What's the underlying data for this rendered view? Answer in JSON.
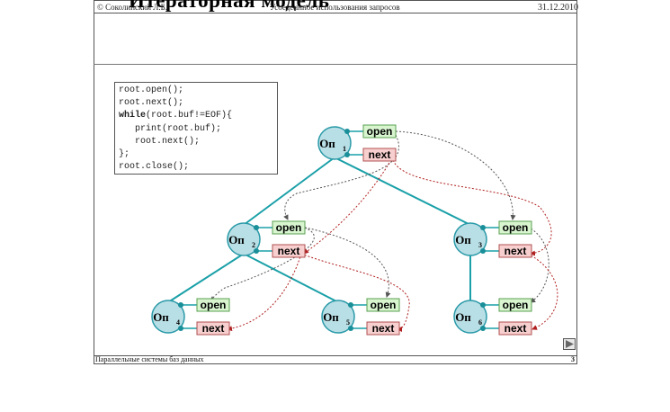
{
  "header": {
    "left": "© Соколинский Л.Б.",
    "middle": "Усоеденнное использования запросов",
    "date": "31.12.2010",
    "title": "Итераторная модель"
  },
  "code": {
    "lines": [
      {
        "text": "root.open();"
      },
      {
        "text": "root.next();"
      },
      {
        "kw": "while",
        "text": "(root.buf!=EOF){"
      },
      {
        "text": "   print(root.buf);"
      },
      {
        "text": "   root.next();"
      },
      {
        "text": "};"
      },
      {
        "text": "root.close();"
      }
    ]
  },
  "diagram": {
    "op_prefix": "Оп",
    "open_label": "open",
    "next_label": "next",
    "nodes": [
      {
        "id": "1",
        "sub": "1"
      },
      {
        "id": "2",
        "sub": "2"
      },
      {
        "id": "3",
        "sub": "3"
      },
      {
        "id": "4",
        "sub": "4"
      },
      {
        "id": "5",
        "sub": "5"
      },
      {
        "id": "6",
        "sub": "6"
      }
    ],
    "colors": {
      "node_fill": "#b9dfe6",
      "node_stroke": "#2a9aa8",
      "edge": "#1aa0a8",
      "open_fill": "#d8f5d0",
      "open_stroke": "#5aa050",
      "next_fill": "#f7cfcf",
      "next_stroke": "#b05050",
      "dash_dark": "#555555",
      "dash_red": "#b02020"
    }
  },
  "footer": {
    "left": "Параллельные системы баз данных",
    "page": "3"
  }
}
